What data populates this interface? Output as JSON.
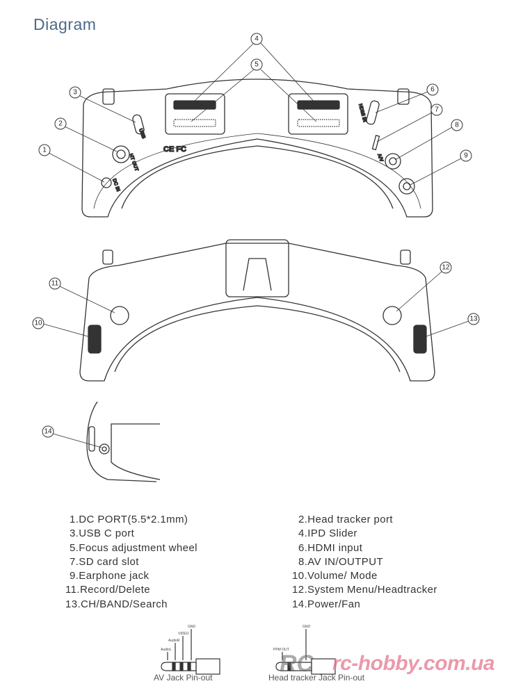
{
  "title": "Diagram",
  "callouts": [
    "1",
    "2",
    "3",
    "4",
    "5",
    "6",
    "7",
    "8",
    "9",
    "10",
    "11",
    "12",
    "13",
    "14"
  ],
  "device_labels": {
    "usb": "USB",
    "ht_out": "HT OUT",
    "dc_in": "DC IN",
    "hdmi_in": "HDMI IN",
    "av": "A/V",
    "cert": "CE FC"
  },
  "legend": {
    "left": [
      "1.DC PORT(5.5*2.1mm)",
      "3.USB C port",
      "5.Focus adjustment  wheel",
      "7.SD card slot",
      "9.Earphone jack",
      "11.Record/Delete",
      "13.CH/BAND/Search"
    ],
    "right": [
      "2.Head tracker port",
      "4.IPD Slider",
      "6.HDMI input",
      "8.AV IN/OUTPUT",
      "10.Volume/ Mode",
      "12.System Menu/Headtracker",
      "14.Power/Fan"
    ]
  },
  "pinouts": {
    "av": {
      "caption": "AV Jack Pin-out",
      "pins": [
        "AudioL",
        "AudioR",
        "VIDEO",
        "GND"
      ]
    },
    "ht": {
      "caption": "Head tracker Jack Pin-out",
      "pins": [
        "PPM OUT",
        "GND"
      ]
    }
  },
  "watermark": {
    "text": "rc-hobby.com.ua",
    "logo": "RC"
  }
}
